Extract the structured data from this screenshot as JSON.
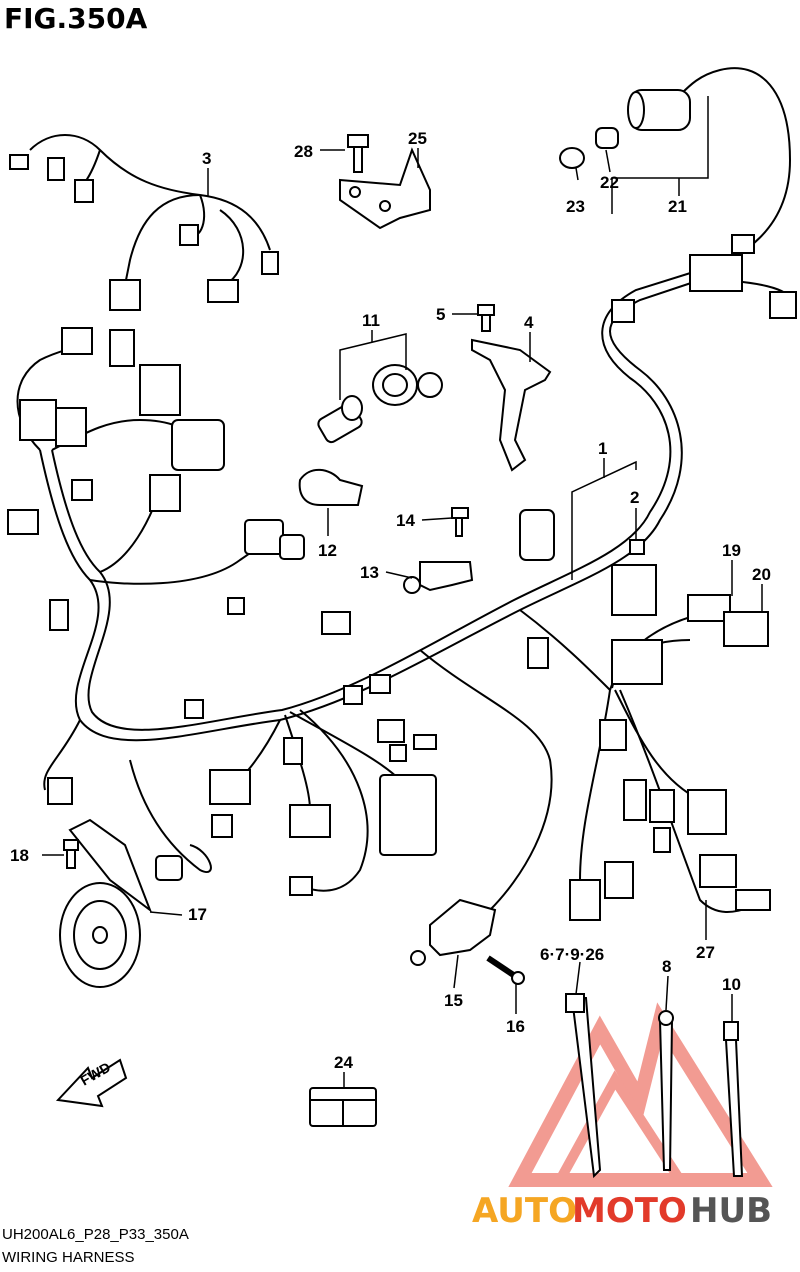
{
  "figure": {
    "title": "FIG.350A",
    "code": "UH200AL6_P28_P33_350A",
    "name": "WIRING HARNESS"
  },
  "direction_label": "FWD",
  "watermark": {
    "word_part1": "AUTO",
    "word_part2": "MOTO",
    "word_part3": "HUB",
    "colors": {
      "orange": "#f5a623",
      "red": "#e23a2a",
      "gray": "#555555",
      "pink": "#f08a80"
    }
  },
  "callouts": [
    {
      "id": "c3",
      "text": "3"
    },
    {
      "id": "c28",
      "text": "28"
    },
    {
      "id": "c25",
      "text": "25"
    },
    {
      "id": "c23",
      "text": "23"
    },
    {
      "id": "c22",
      "text": "22"
    },
    {
      "id": "c21",
      "text": "21"
    },
    {
      "id": "c11",
      "text": "11"
    },
    {
      "id": "c5",
      "text": "5"
    },
    {
      "id": "c4",
      "text": "4"
    },
    {
      "id": "c1",
      "text": "1"
    },
    {
      "id": "c2",
      "text": "2"
    },
    {
      "id": "c14",
      "text": "14"
    },
    {
      "id": "c12",
      "text": "12"
    },
    {
      "id": "c13",
      "text": "13"
    },
    {
      "id": "c19",
      "text": "19"
    },
    {
      "id": "c20",
      "text": "20"
    },
    {
      "id": "c18",
      "text": "18"
    },
    {
      "id": "c17",
      "text": "17"
    },
    {
      "id": "c27",
      "text": "27"
    },
    {
      "id": "c6",
      "text": "6·7·9·26"
    },
    {
      "id": "c8",
      "text": "8"
    },
    {
      "id": "c10",
      "text": "10"
    },
    {
      "id": "c15",
      "text": "15"
    },
    {
      "id": "c16",
      "text": "16"
    },
    {
      "id": "c24",
      "text": "24"
    }
  ]
}
